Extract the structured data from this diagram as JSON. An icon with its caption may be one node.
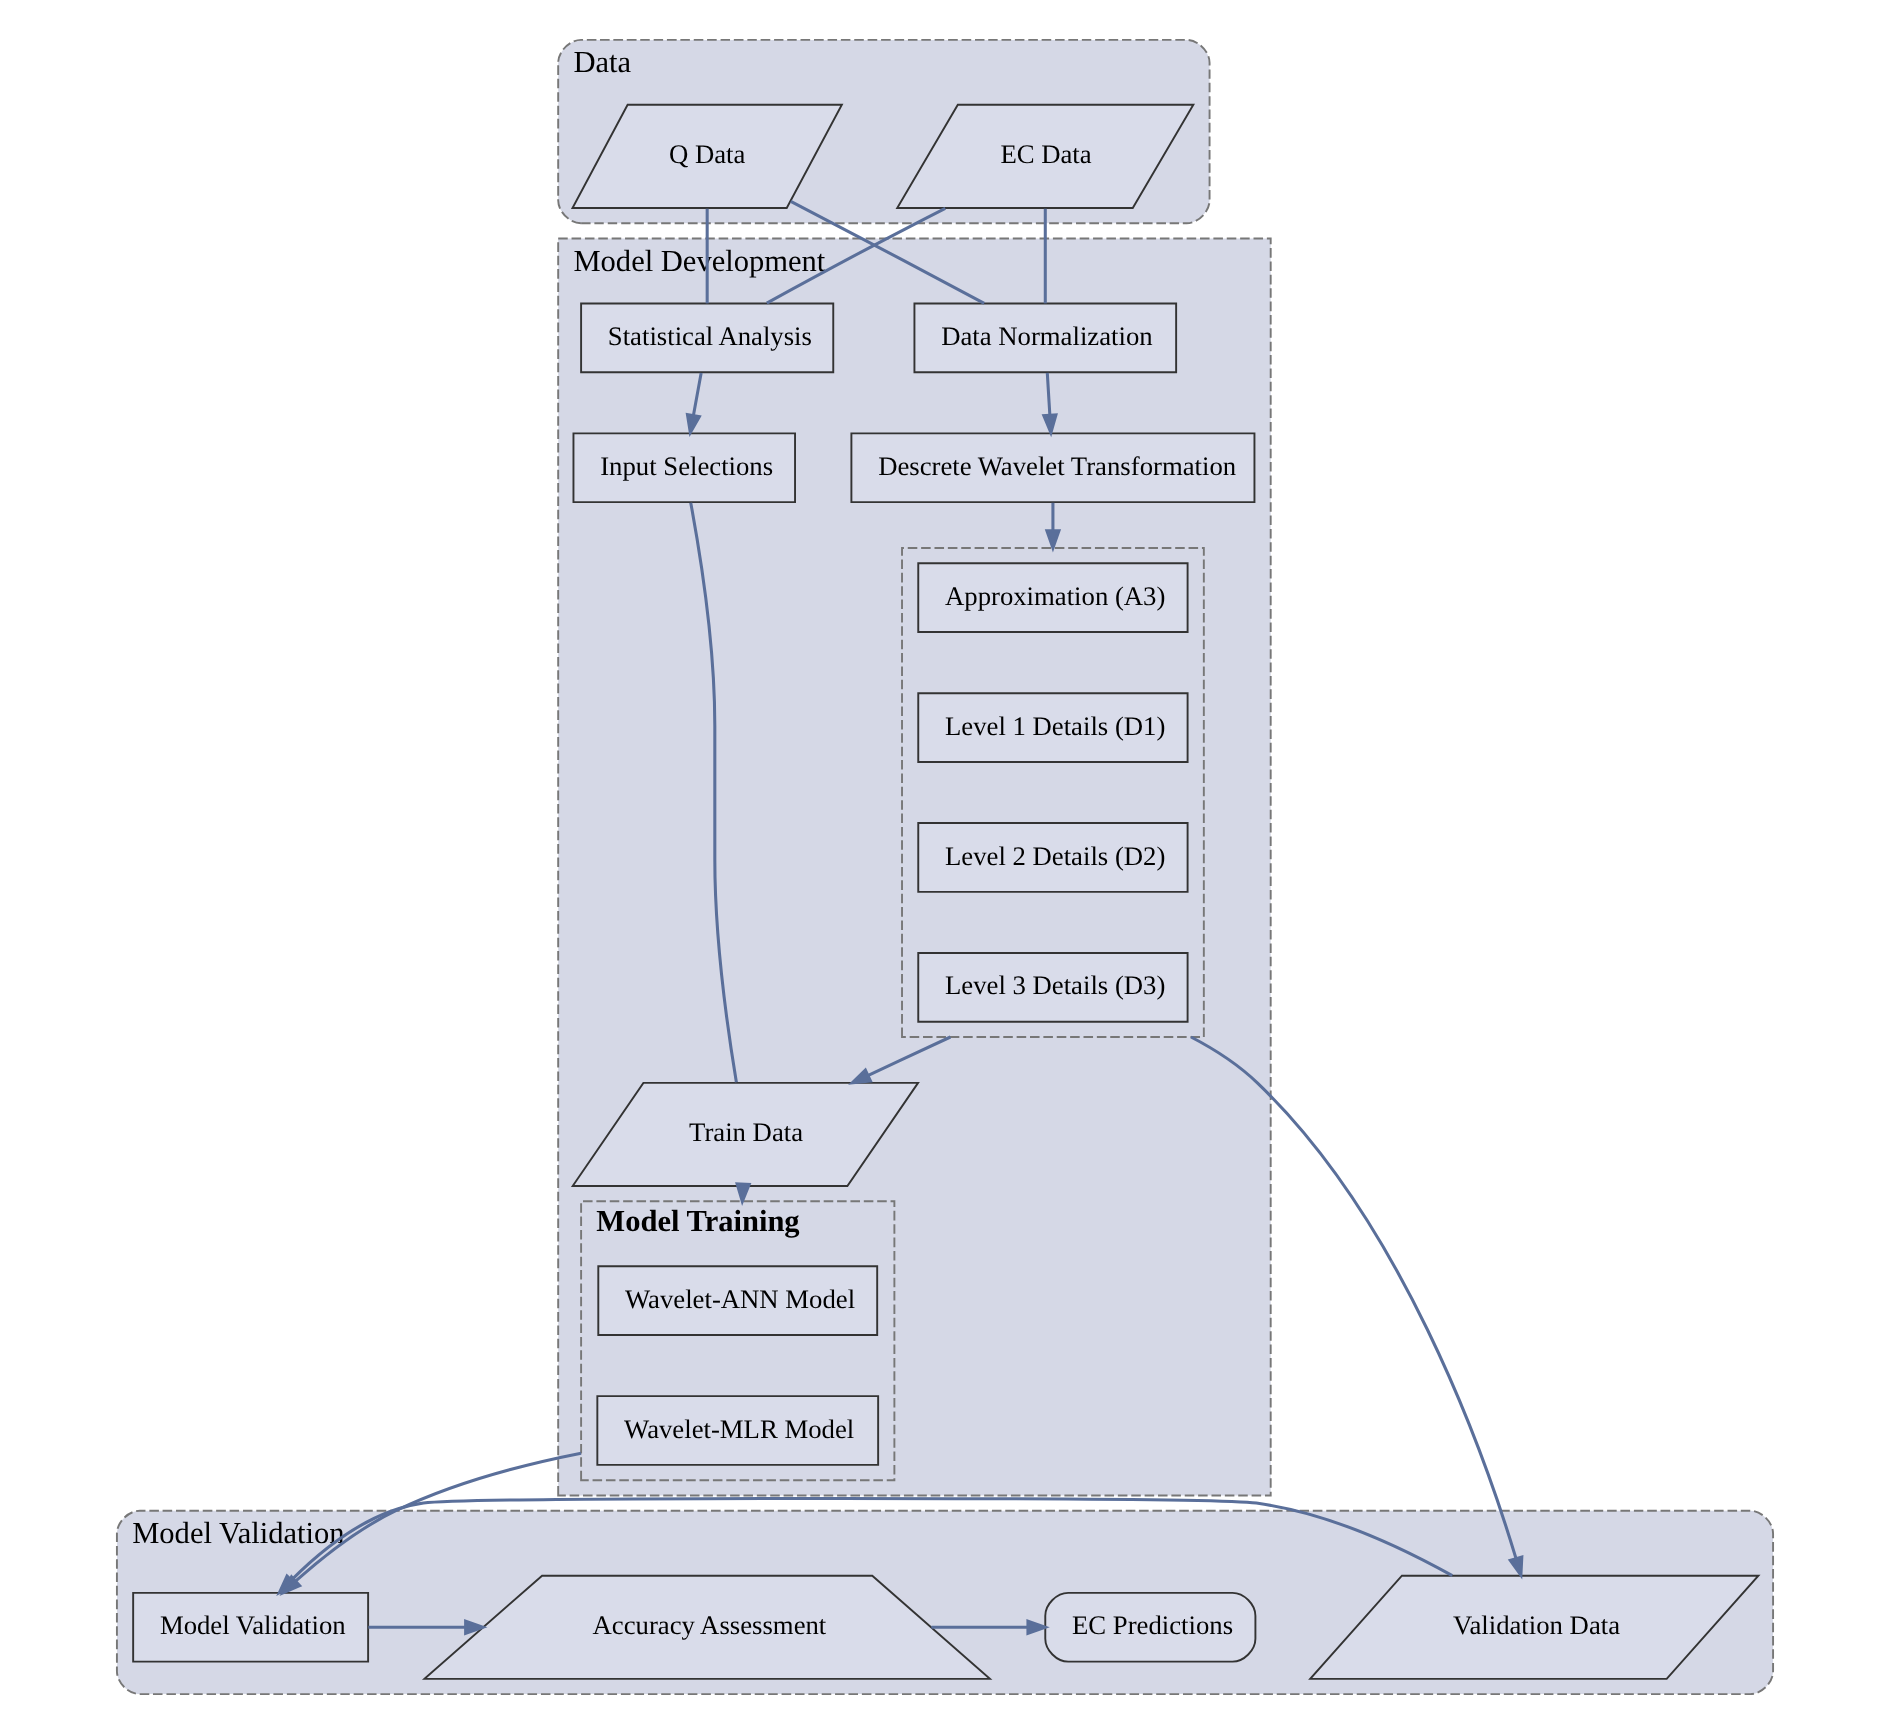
{
  "diagram": {
    "nodes": [
      {
        "text": [
          "Data"
        ]
      },
      {
        "text": [
          "EC Data"
        ],
        "in": 0
      },
      {
        "text": [
          "Q Data"
        ],
        "in": 0
      },
      {
        "text": [
          "Model Development"
        ]
      },
      {
        "text": [
          "Data Normalization"
        ],
        "in": 3
      },
      {
        "text": [
          "Statistical Analysis"
        ],
        "in": 3
      },
      {
        "text": [
          "Descrete Wavelet Transformation"
        ],
        "in": 3
      },
      {
        "text": [
          "Input Selections"
        ],
        "in": 3
      },
      {
        "text": [],
        "shape": "box",
        "in": 3
      },
      {
        "text": [
          "Approximation (A3)"
        ],
        "in": 8
      },
      {
        "text": [
          "Level 1 Details (D1)"
        ],
        "in": 8
      },
      {
        "text": [
          "Level 2 Details (D2)"
        ],
        "in": 8
      },
      {
        "text": [
          "Level 3 Details (D3)"
        ],
        "in": 8
      },
      {
        "text": [
          "Model Training"
        ],
        "in": 3
      },
      {
        "text": [
          "Wavelet-ANN Model"
        ],
        "in": 13
      },
      {
        "text": [
          "Wavelet-MLR Model"
        ],
        "in": 13
      },
      {
        "text": [
          "Train Data"
        ],
        "in": 3
      },
      {
        "text": [
          "Model Validation"
        ]
      },
      {
        "text": [
          "Validation Data"
        ],
        "in": 17
      },
      {
        "text": [
          "Model Validation"
        ],
        "in": 17
      },
      {
        "text": [
          "Accuracy Assessment"
        ],
        "in": 17
      },
      {
        "text": [
          "EC Predictions"
        ],
        "in": 17
      }
    ],
    "edges": [
      {
        "from": 1,
        "to": 4,
        "arrow": "none"
      },
      {
        "from": 1,
        "to": 5,
        "arrow": "none"
      },
      {
        "from": 2,
        "to": 4,
        "arrow": "none"
      },
      {
        "from": 2,
        "to": 5,
        "arrow": "none"
      },
      {
        "from": 4,
        "to": 6,
        "arrow": "to"
      },
      {
        "from": 5,
        "to": 7,
        "arrow": "to"
      },
      {
        "from": 6,
        "to": 8,
        "arrow": "to"
      },
      {
        "from": 7,
        "to": 16,
        "arrow": "none"
      },
      {
        "from": 8,
        "to": 16,
        "arrow": "to"
      },
      {
        "from": 16,
        "to": 13,
        "arrow": "to"
      },
      {
        "from": 8,
        "to": 18,
        "arrow": "to"
      },
      {
        "from": 13,
        "to": 19,
        "arrow": "to"
      },
      {
        "from": 18,
        "to": 19,
        "arrow": "to"
      },
      {
        "from": 19,
        "to": 20,
        "arrow": "to"
      },
      {
        "from": 20,
        "to": 21,
        "arrow": "to"
      }
    ]
  }
}
